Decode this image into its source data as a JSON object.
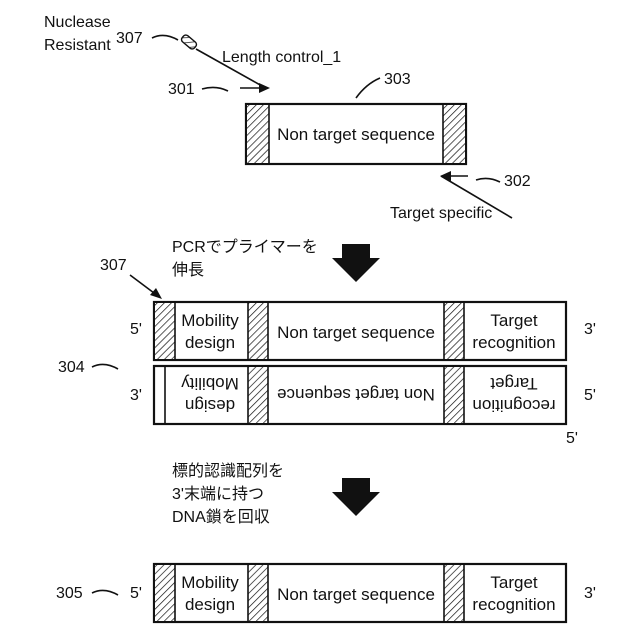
{
  "colors": {
    "ink": "#111111",
    "background": "#ffffff"
  },
  "stage1": {
    "label_307_a": "Nuclease",
    "label_307_b": "Resistant",
    "ref_307": "307",
    "length_control": "Length control_1",
    "ref_301": "301",
    "ref_303": "303",
    "box_text": "Non target sequence",
    "ref_302": "302",
    "target_specific": "Target specific"
  },
  "step1": {
    "line1": "PCRでプライマーを",
    "line2": "伸長"
  },
  "stage2": {
    "ref_307": "307",
    "ref_304": "304",
    "top": {
      "end_left": "5'",
      "mobility_1": "Mobility",
      "mobility_2": "design",
      "nontarget": "Non target sequence",
      "target_1": "Target",
      "target_2": "recognition",
      "end_right": "3'"
    },
    "bottom": {
      "end_left": "3'",
      "mobility_1": "Mobility",
      "mobility_2": "design",
      "nontarget": "Non target sequence",
      "target_1": "Target",
      "target_2": "recognition",
      "end_right": "5'",
      "end_below": "5'"
    }
  },
  "step2": {
    "line1": "標的認識配列を",
    "line2": "3'末端に持つ",
    "line3": "DNA鎖を回収"
  },
  "stage3": {
    "ref_305": "305",
    "end_left": "5'",
    "mobility_1": "Mobility",
    "mobility_2": "design",
    "nontarget": "Non target sequence",
    "target_1": "Target",
    "target_2": "recognition",
    "end_right": "3'"
  }
}
